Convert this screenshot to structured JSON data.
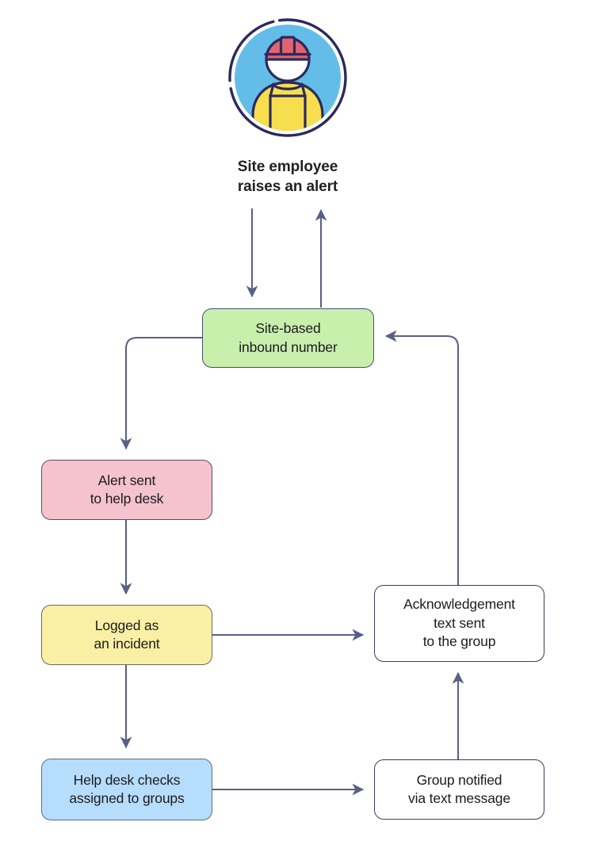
{
  "diagram": {
    "title_caption": {
      "line1": "Site employee",
      "line2": "raises an alert"
    },
    "avatar": {
      "icon_name": "site-employee-avatar-icon",
      "circle_fill": "#63bde8",
      "ring_stroke": "#2b2a5e",
      "helmet_fill": "#e0646f",
      "face_fill": "#ffffff",
      "vest_fill": "#f7de4f"
    },
    "nodes": [
      {
        "id": "site-based-inbound-number",
        "line1": "Site-based",
        "line2": "inbound number",
        "fill": "#c9efad",
        "stroke": "#4a4f72"
      },
      {
        "id": "alert-sent-to-help-desk",
        "line1": "Alert sent",
        "line2": "to help desk",
        "fill": "#f4c3ce",
        "stroke": "#5a4a66"
      },
      {
        "id": "logged-as-an-incident",
        "line1": "Logged as",
        "line2": "an incident",
        "fill": "#faf0a5",
        "stroke": "#6d6a56"
      },
      {
        "id": "help-desk-checks-assigned-to-groups",
        "line1": "Help desk checks",
        "line2": "assigned to groups",
        "fill": "#b6ddfb",
        "stroke": "#5b6f8c"
      },
      {
        "id": "acknowledgement-text-sent-to-the-group",
        "line1": "Acknowledgement",
        "line2": "text sent",
        "line3": "to the group",
        "fill": "#ffffff",
        "stroke": "#3b3b6b"
      },
      {
        "id": "group-notified-via-text-message",
        "line1": "Group notified",
        "line2": "via text message",
        "fill": "#ffffff",
        "stroke": "#3b3b6b"
      }
    ],
    "connector_color": "#5a5f86",
    "connectors": [
      {
        "name": "employee-to-inbound",
        "from": "site-employee",
        "to": "site-based-inbound-number",
        "direction": "down"
      },
      {
        "name": "inbound-to-employee",
        "from": "site-based-inbound-number",
        "to": "site-employee",
        "direction": "up"
      },
      {
        "name": "inbound-to-alert-sent",
        "from": "site-based-inbound-number",
        "to": "alert-sent-to-help-desk",
        "direction": "down"
      },
      {
        "name": "alert-sent-to-logged",
        "from": "alert-sent-to-help-desk",
        "to": "logged-as-an-incident",
        "direction": "down"
      },
      {
        "name": "logged-to-help-desk-checks",
        "from": "logged-as-an-incident",
        "to": "help-desk-checks-assigned-to-groups",
        "direction": "down"
      },
      {
        "name": "logged-to-acknowledgement",
        "from": "logged-as-an-incident",
        "to": "acknowledgement-text-sent-to-the-group",
        "direction": "right"
      },
      {
        "name": "help-desk-checks-to-group-notified",
        "from": "help-desk-checks-assigned-to-groups",
        "to": "group-notified-via-text-message",
        "direction": "right"
      },
      {
        "name": "group-notified-to-acknowledgement",
        "from": "group-notified-via-text-message",
        "to": "acknowledgement-text-sent-to-the-group",
        "direction": "up"
      },
      {
        "name": "acknowledgement-to-inbound",
        "from": "acknowledgement-text-sent-to-the-group",
        "to": "site-based-inbound-number",
        "direction": "up-left"
      }
    ]
  }
}
